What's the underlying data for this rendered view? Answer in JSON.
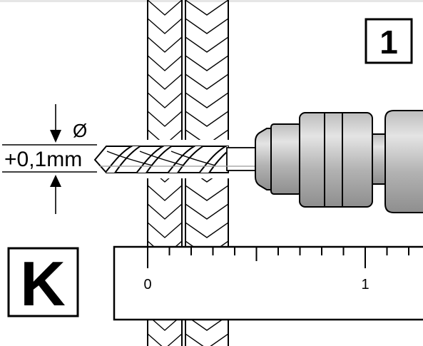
{
  "step_number": "1",
  "part_letter": "K",
  "dimension": {
    "diameter_symbol": "Ø",
    "tolerance": "+0,1mm"
  },
  "ruler": {
    "labels": [
      "0",
      "1"
    ]
  }
}
